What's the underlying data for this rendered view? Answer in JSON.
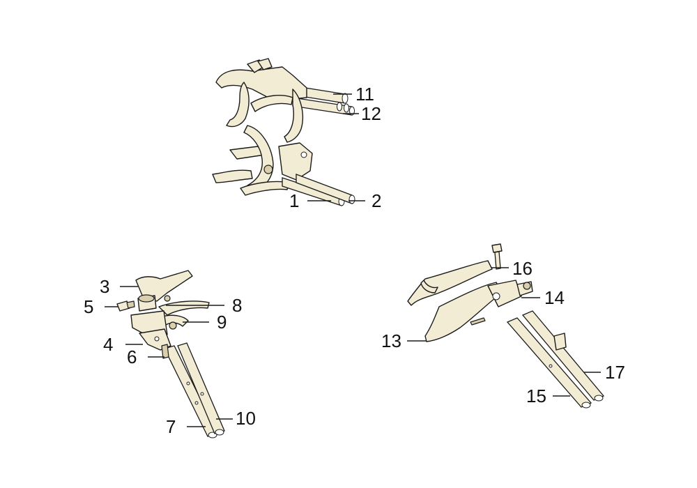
{
  "diagram": {
    "title": "",
    "callouts": [
      "1",
      "2",
      "3",
      "4",
      "5",
      "6",
      "7",
      "8",
      "9",
      "10",
      "11",
      "12",
      "13",
      "14",
      "15",
      "16",
      "17"
    ]
  },
  "colors": {
    "part_fill": "#f3ecd4",
    "line": "#1a1a1a",
    "background": "#ffffff"
  }
}
